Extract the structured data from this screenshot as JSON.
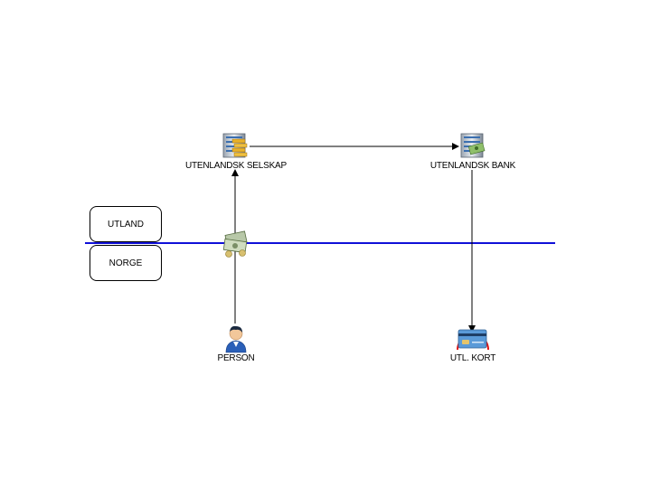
{
  "regions": {
    "top": "UTLAND",
    "bottom": "NORGE"
  },
  "nodes": {
    "company": "UTENLANDSK SELSKAP",
    "bank": "UTENLANDSK BANK",
    "person": "PERSON",
    "card": "UTL. KORT"
  },
  "icons": {
    "company": "building-with-coins-icon",
    "bank": "bank-building-icon",
    "person": "person-icon",
    "card": "credit-card-icon",
    "transfer": "money-transfer-icon"
  },
  "colors": {
    "border_line": "#1010d8",
    "arrows": "#000000",
    "card_circle": "#e01010"
  }
}
